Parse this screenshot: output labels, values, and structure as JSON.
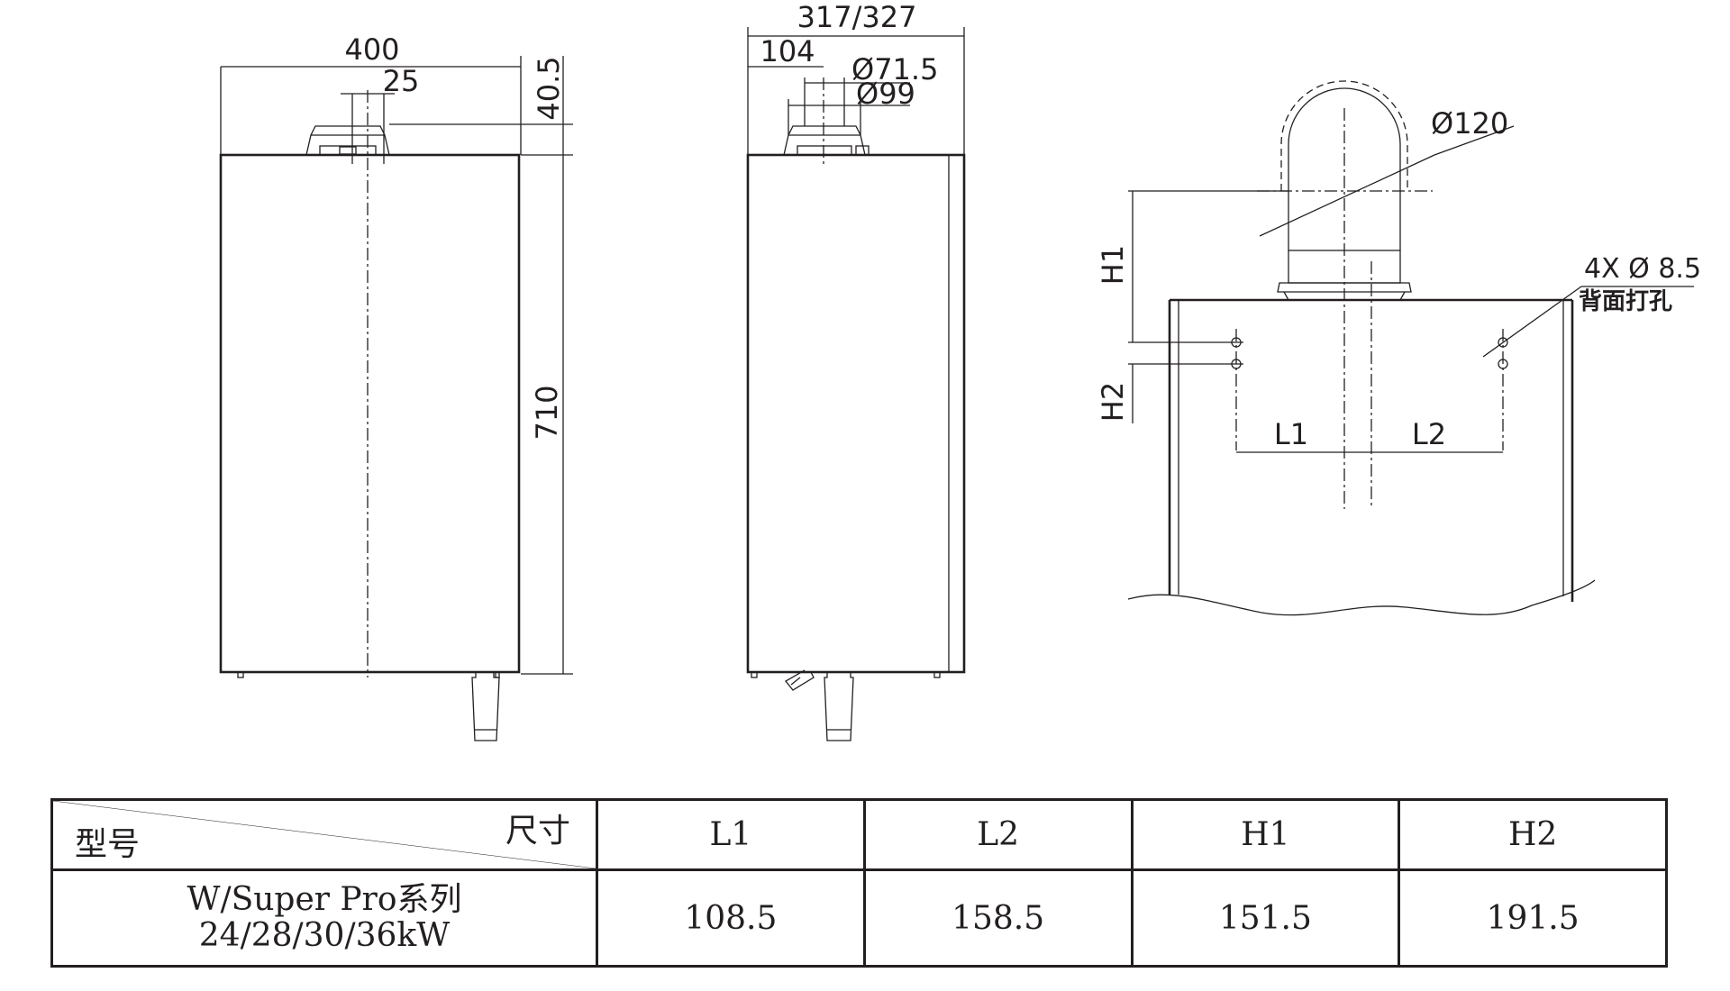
{
  "front_view": {
    "width": "400",
    "outlet_offset": "25",
    "outlet_height": "40.5",
    "height": "710"
  },
  "side_view": {
    "depth": "317/327",
    "outlet_offset": "104",
    "inner_diameter": "Ø71.5",
    "outer_diameter": "Ø99"
  },
  "back_view": {
    "flue_diameter": "Ø120",
    "holes": "4X Ø 8.5",
    "holes_note": "背面打孔",
    "h1": "H1",
    "h2": "H2",
    "l1": "L1",
    "l2": "L2"
  },
  "table": {
    "corner_size": "尺寸",
    "corner_model": "型号",
    "columns": [
      "L1",
      "L2",
      "H1",
      "H2"
    ],
    "model_line1": "W/Super Pro系列",
    "model_line2": "24/28/30/36kW",
    "values": [
      "108.5",
      "158.5",
      "151.5",
      "191.5"
    ]
  }
}
